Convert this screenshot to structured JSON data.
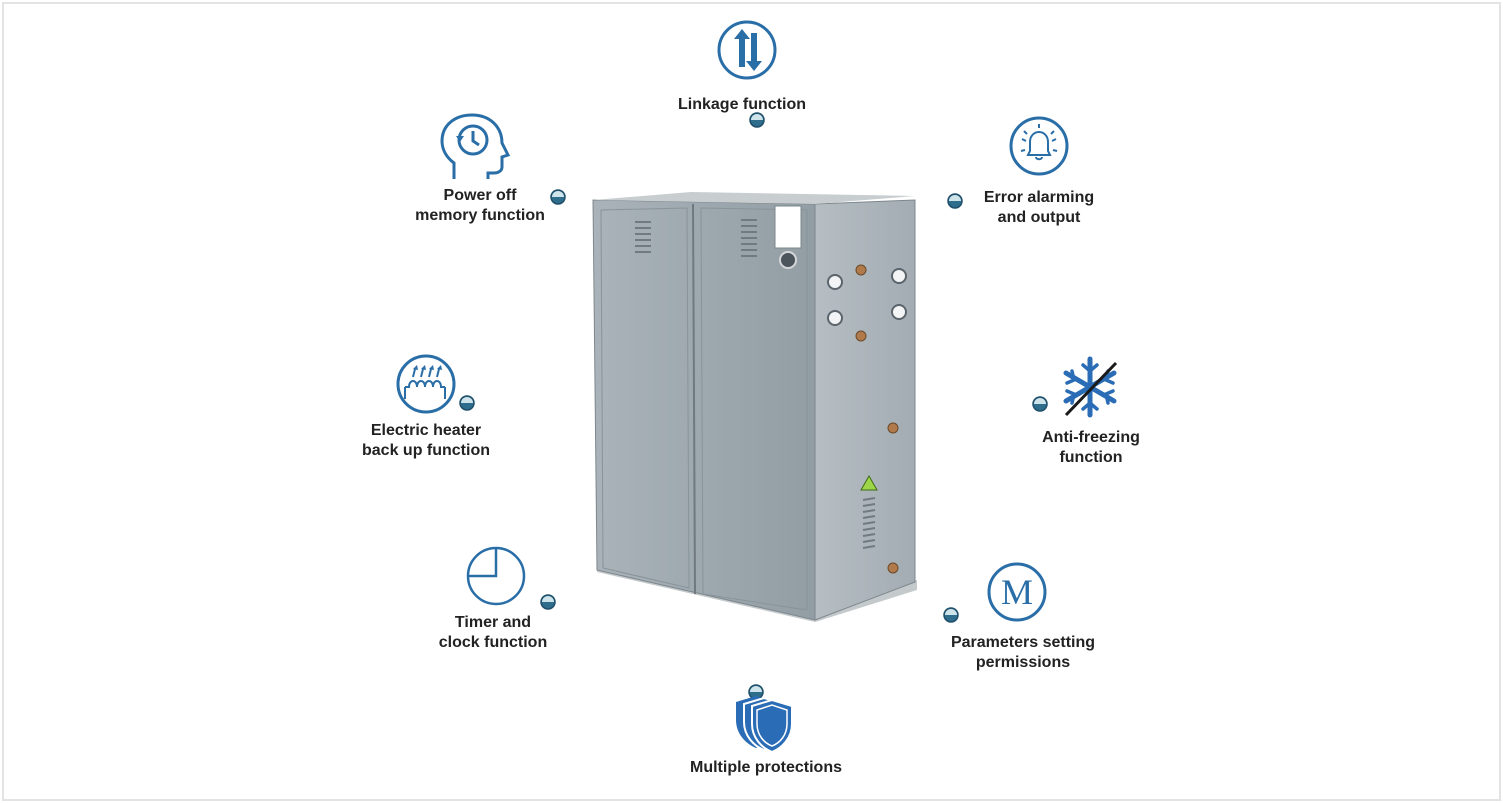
{
  "colors": {
    "icon_blue": "#2a6ea8",
    "icon_fill": "#2a6cb5",
    "dot_dark": "#1f4f6a",
    "unit_gray": "#9aa5ab",
    "label_text": "#222222"
  },
  "features": {
    "linkage": {
      "line1": "Linkage function",
      "icon": "up-down-arrows-icon"
    },
    "power_off": {
      "line1": "Power off",
      "line2": "memory function",
      "icon": "head-clock-icon"
    },
    "error": {
      "line1": "Error alarming",
      "line2": "and output",
      "icon": "bell-icon"
    },
    "heater": {
      "line1": "Electric heater",
      "line2": "back up function",
      "icon": "heater-coil-icon"
    },
    "antifreeze": {
      "line1": "Anti-freezing",
      "line2": "function",
      "icon": "snowflake-slash-icon"
    },
    "timer": {
      "line1": "Timer and",
      "line2": "clock function",
      "icon": "clock-quarter-icon"
    },
    "params": {
      "line1": "Parameters setting",
      "line2": "permissions",
      "icon": "m-circle-icon",
      "icon_letter": "M"
    },
    "protections": {
      "line1": "Multiple protections",
      "icon": "shields-icon"
    }
  }
}
